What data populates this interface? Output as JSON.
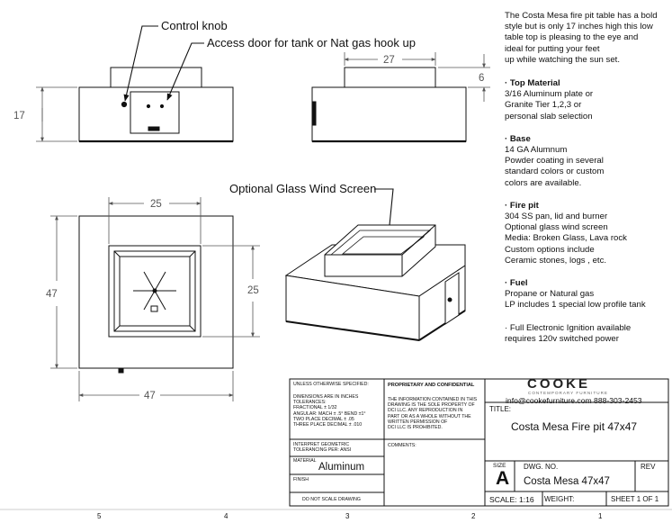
{
  "callouts": {
    "control_knob": "Control knob",
    "access_door": "Access door for tank or Nat gas hook up",
    "wind_screen": "Optional Glass Wind Screen"
  },
  "dimensions": {
    "front_height": "17",
    "top_width": "27",
    "screen_height": "6",
    "inner_width": "25",
    "overall_depth": "47",
    "inner_depth": "25",
    "overall_width": "47"
  },
  "description": {
    "intro": "The Costa Mesa fire pit table has a bold\nstyle but is only 17 inches high this low\ntable top is pleasing to the eye and\nideal for putting your feet\nup while watching the sun set.",
    "sections": [
      {
        "heading": "· Top Material",
        "lines": [
          "3/16 Aluminum plate or",
          "Granite Tier 1,2,3 or",
          "personal slab selection"
        ]
      },
      {
        "heading": "· Base",
        "lines": [
          "14 GA Alumnum",
          "Powder coating in several",
          "standard colors or custom",
          "colors are available."
        ]
      },
      {
        "heading": "· Fire pit",
        "lines": [
          "304 SS pan, lid and burner",
          "Optional glass wind screen",
          "Media: Broken Glass, Lava rock",
          "Custom options include",
          "Ceramic stones, logs , etc."
        ]
      },
      {
        "heading": "· Fuel",
        "lines": [
          "Propane or Natural gas",
          "LP includes 1 special low profile tank"
        ]
      },
      {
        "heading": "",
        "lines": [
          "·  Full Electronic Ignition available",
          "requires 120v switched power"
        ]
      }
    ]
  },
  "title_block": {
    "unless_specified": "UNLESS OTHERWISE SPECIFIED:",
    "tolerances": "DIMENSIONS ARE IN INCHES\nTOLERANCES:\nFRACTIONAL ± 1/32\nANGULAR: MACH ± .5° BEND ±1°\nTWO PLACE DECIMAL   ± .05\nTHREE PLACE DECIMAL  ± .010",
    "geometric": "INTERPRET GEOMETRIC\nTOLERANCING PER: ANSI",
    "material_label": "MATERIAL",
    "material": "Aluminum",
    "finish_label": "FINISH",
    "do_not_scale": "DO NOT SCALE DRAWING",
    "proprietary_heading": "PROPRIETARY AND CONFIDENTIAL",
    "proprietary_text": "THE INFORMATION CONTAINED IN THIS\nDRAWING IS THE SOLE PROPERTY OF\nDCI LLC.  ANY REPRODUCTION IN\nPART OR AS A WHOLE WITHOUT THE\nWRITTEN PERMISSION OF\nDCI LLC IS PROHIBITED.",
    "comments_label": "COMMENTS:",
    "brand": "COOKE",
    "brand_sub": "CONTEMPORARY FURNITURE",
    "contact": "info@cookefurniture.com 888-303-2453",
    "title_label": "TITLE:",
    "title": "Costa Mesa Fire pit 47x47",
    "size_label": "SIZE",
    "size": "A",
    "dwg_label": "DWG.  NO.",
    "dwg_no": "Costa Mesa 47x47",
    "rev_label": "REV",
    "scale": "SCALE: 1:16",
    "weight": "WEIGHT:",
    "sheet": "SHEET 1 OF 1"
  },
  "zones": [
    "5",
    "4",
    "3",
    "2",
    "1"
  ]
}
